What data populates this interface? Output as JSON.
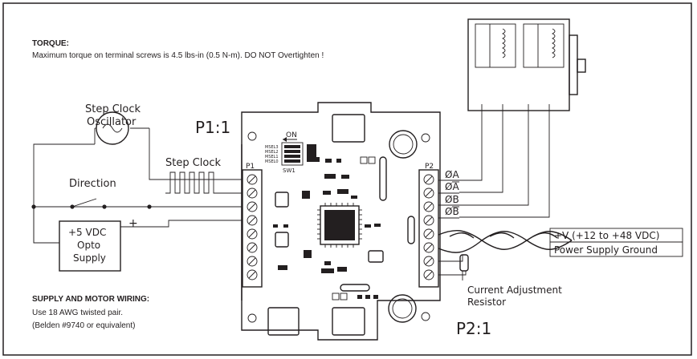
{
  "notes": {
    "torque_heading": "TORQUE:",
    "torque_text": "Maximum  torque on terminal screws is 4.5 lbs-in (0.5 N-m). DO NOT Overtighten !",
    "supply_heading": "SUPPLY AND MOTOR WIRING:",
    "supply_line1": "Use 18 AWG twisted pair.",
    "supply_line2": "(Belden #9740 or equivalent)"
  },
  "labels": {
    "oscillator_line1": "Step Clock",
    "oscillator_line2": "Oscillator",
    "step_clock": "Step Clock",
    "direction": "Direction",
    "supply_line1": "+5 VDC",
    "supply_line2": "Opto",
    "supply_line3": "Supply",
    "plus": "+",
    "p1_pin1": "P1:1",
    "p2_pin1": "P2:1",
    "header_p1": "P1",
    "header_p2": "P2",
    "switch_on": "ON",
    "switch_name": "SW1",
    "switch_rows": [
      "MSEL3",
      "MSEL2",
      "MSEL1",
      "MSEL0"
    ],
    "phase_a": "ØA",
    "phase_a_bar": "ØA",
    "phase_b": "ØB",
    "phase_b_bar": "ØB",
    "power_plus": "+V (+12 to +48 VDC)",
    "power_ground": "Power Supply Ground",
    "resistor_line1": "Current Adjustment",
    "resistor_line2": "Resistor"
  },
  "colors": {
    "ink": "#231f20",
    "background": "#ffffff"
  }
}
